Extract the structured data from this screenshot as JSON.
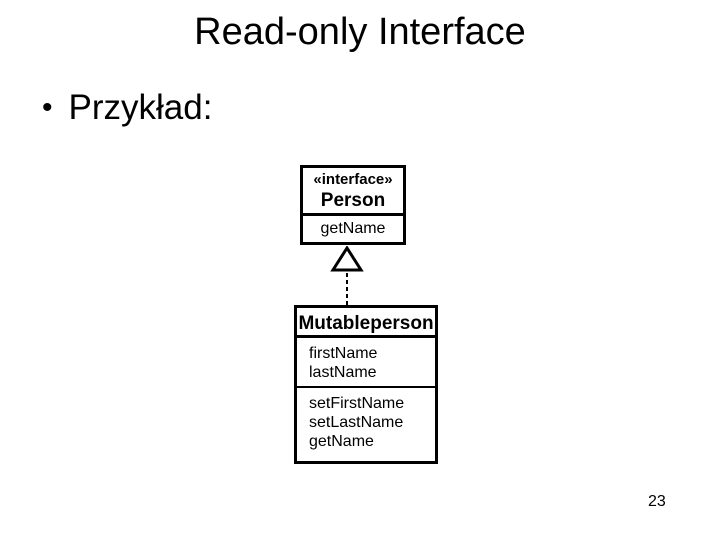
{
  "slide": {
    "title": "Read-only Interface",
    "bullet_glyph": "•",
    "bullet": "Przykład:",
    "page_number": "23"
  },
  "diagram": {
    "interface_class": {
      "stereotype": "«interface»",
      "name": "Person",
      "methods": [
        "getName"
      ]
    },
    "relationship": {
      "type": "realization",
      "style": "dashed-line-hollow-triangle"
    },
    "concrete_class": {
      "name": "Mutableperson",
      "attributes": [
        "firstName",
        "lastName"
      ],
      "methods": [
        "setFirstName",
        "setLastName",
        "getName"
      ]
    }
  },
  "colors": {
    "background": "#ffffff",
    "text": "#000000",
    "line": "#000000",
    "box_fill": "#ffffff"
  }
}
